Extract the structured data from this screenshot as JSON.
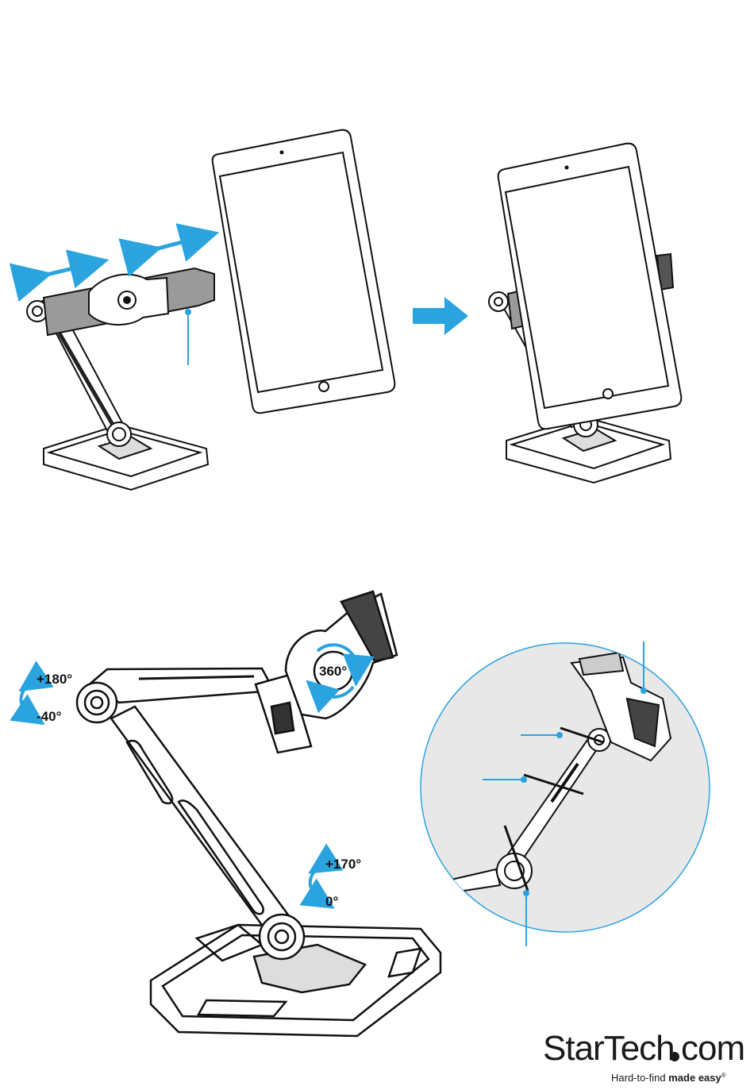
{
  "labels": {
    "tilt_upper_plus": "+180°",
    "tilt_upper_minus": "-40°",
    "tilt_lower_plus": "+170°",
    "tilt_lower_zero": "0°",
    "rotation": "360°"
  },
  "logo": {
    "wordmark_left": "StarTech",
    "wordmark_right": "com",
    "tagline_regular": "Hard-to-find ",
    "tagline_bold": "made easy",
    "registered": "®"
  },
  "colors": {
    "accent_blue": "#2aa3df",
    "detail_circle_fill": "#e8e8e8",
    "line": "#111111"
  }
}
